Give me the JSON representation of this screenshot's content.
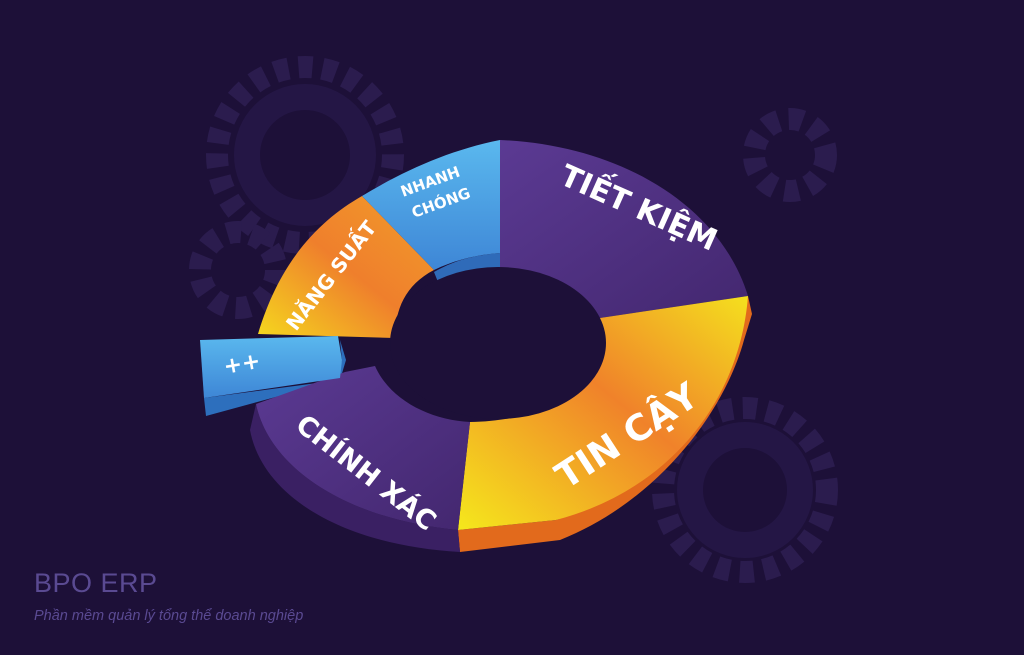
{
  "segments": {
    "tiet_kiem": "TIẾT KIỆM",
    "tin_cay": "TIN CẬY",
    "chinh_xac": "CHÍNH XÁC",
    "plus": "++",
    "nang_suat": "NĂNG SUẤT",
    "nhanh": "NHANH",
    "chong": "CHÓNG"
  },
  "brand": {
    "title": "BPO ERP",
    "tagline": "Phần mềm quản lý tổng thể doanh nghiệp"
  },
  "colors": {
    "background": "#1d1038",
    "purple": "#4f2f83",
    "orange": "#f07f22",
    "yellow": "#f2e51b",
    "blue": "#3f8fdc",
    "gear": "#2a1b4d"
  },
  "icons": [
    "gear-icon",
    "gear-icon",
    "gear-icon",
    "gear-icon"
  ]
}
